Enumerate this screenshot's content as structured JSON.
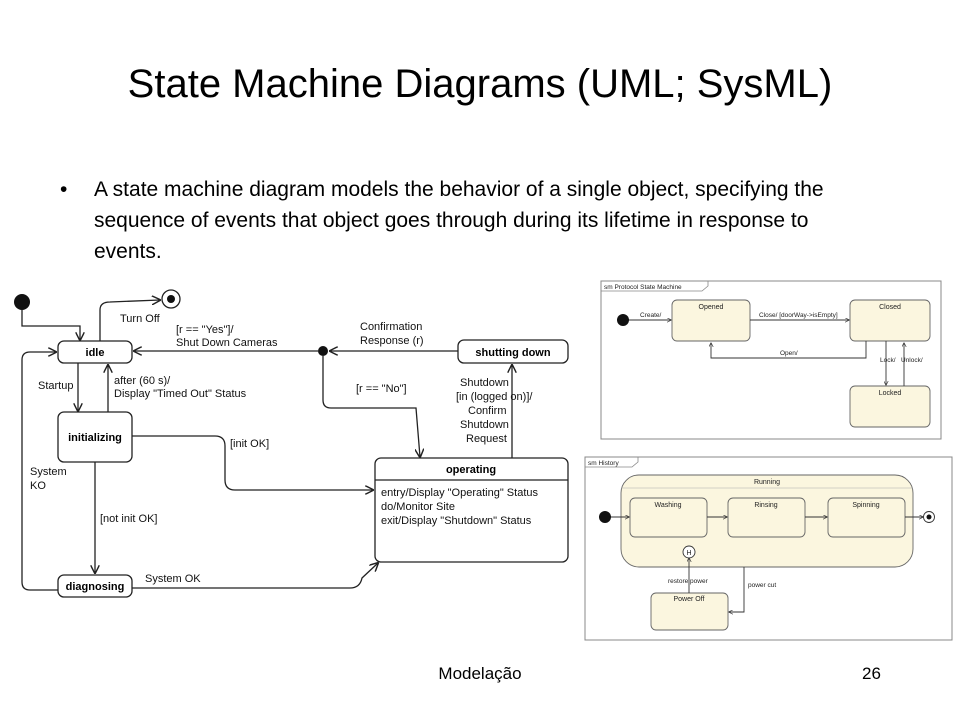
{
  "slide": {
    "title": "State Machine Diagrams (UML; SysML)",
    "bullet_marker": "•",
    "bullet": "A state machine diagram models the behavior of a single object, specifying the sequence of events that object goes through during its lifetime in response to events.",
    "footer": "Modelação",
    "page_number": "26"
  },
  "main_diagram": {
    "states": {
      "idle": "idle",
      "initializing": "initializing",
      "diagnosing": "diagnosing",
      "shutting_down": "shutting down",
      "operating": "operating"
    },
    "operating_actions": [
      "entry/Display \"Operating\" Status",
      "do/Monitor Site",
      "exit/Display \"Shutdown\" Status"
    ],
    "transitions": {
      "turn_off": "Turn Off",
      "yes_guard_1": "[r == \"Yes\"]/",
      "yes_guard_2": "Shut Down Cameras",
      "confirmation_1": "Confirmation",
      "confirmation_2": "Response (r)",
      "no_guard": "[r == \"No\"]",
      "startup": "Startup",
      "after_1": "after (60 s)/",
      "after_2": "Display \"Timed Out\" Status",
      "shutdown_1": "Shutdown",
      "shutdown_2": "[in (logged on)]/",
      "shutdown_3": "Confirm",
      "shutdown_4": "Shutdown",
      "shutdown_5": "Request",
      "init_ok": "[init OK]",
      "system_ko_1": "System",
      "system_ko_2": "KO",
      "not_init_ok": "[not init OK]",
      "system_ok": "System OK"
    }
  },
  "protocol_diagram": {
    "frame_label": "sm Protocol State Machine",
    "states": {
      "opened": "Opened",
      "closed": "Closed",
      "locked": "Locked"
    },
    "transitions": {
      "create": "Create/",
      "close": "Close/ [doorWay->isEmpty]",
      "open": "Open/",
      "lock": "Lock/",
      "unlock": "Unlock/"
    }
  },
  "history_diagram": {
    "frame_label": "sm History",
    "composite": "Running",
    "states": {
      "washing": "Washing",
      "rinsing": "Rinsing",
      "spinning": "Spinning",
      "power_off": "Power Off"
    },
    "history_marker": "H",
    "transitions": {
      "restore_power": "restore power",
      "power_cut": "power cut"
    }
  }
}
